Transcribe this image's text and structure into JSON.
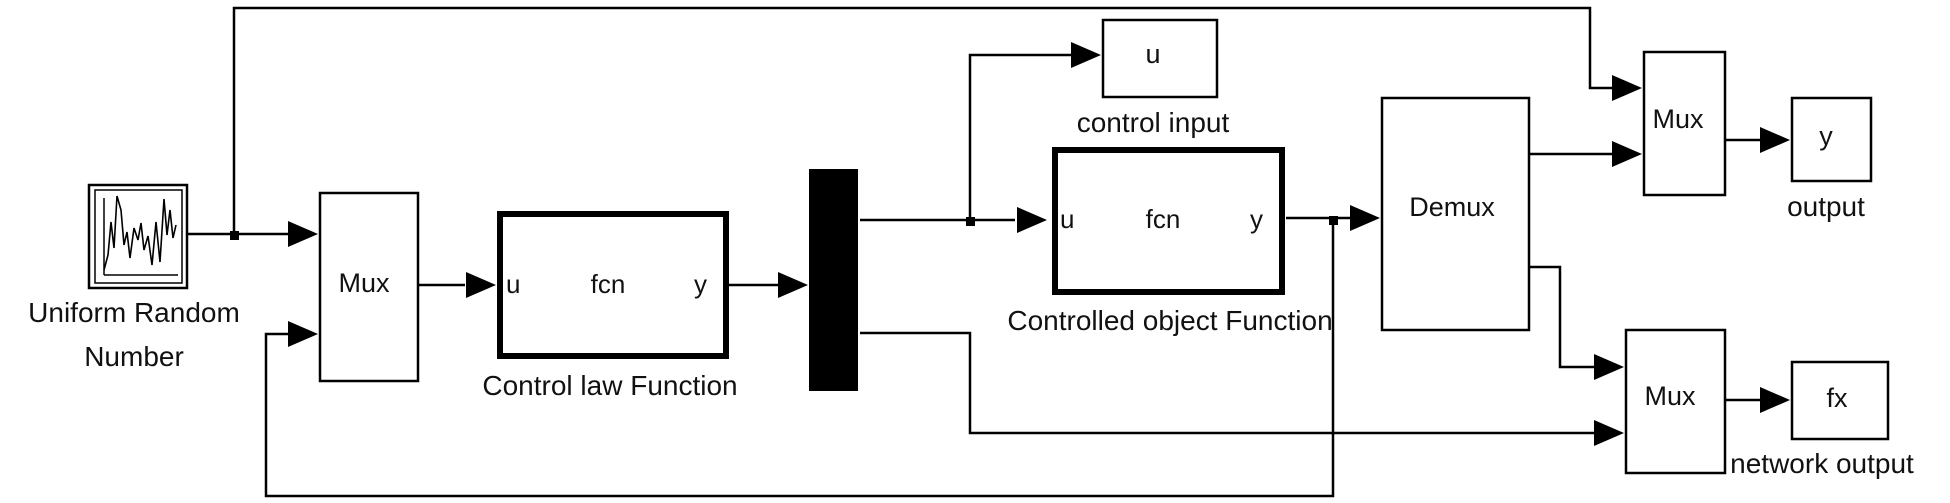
{
  "blocks": {
    "uniform_random": {
      "label_line1": "Uniform Random",
      "label_line2": "Number"
    },
    "mux_input": {
      "text": "Mux"
    },
    "control_law": {
      "in_port": "u",
      "name": "fcn",
      "out_port": "y",
      "label": "Control law Function"
    },
    "controlled_object": {
      "in_port": "u",
      "name": "fcn",
      "out_port": "y",
      "label": "Controlled object Function"
    },
    "scope_u": {
      "text": "u",
      "label": "control input"
    },
    "demux": {
      "text": "Demux"
    },
    "mux_output": {
      "text": "Mux"
    },
    "scope_y": {
      "text": "y",
      "label": "output"
    },
    "mux_network": {
      "text": "Mux"
    },
    "scope_fx": {
      "text": "fx",
      "label": "network output"
    }
  }
}
